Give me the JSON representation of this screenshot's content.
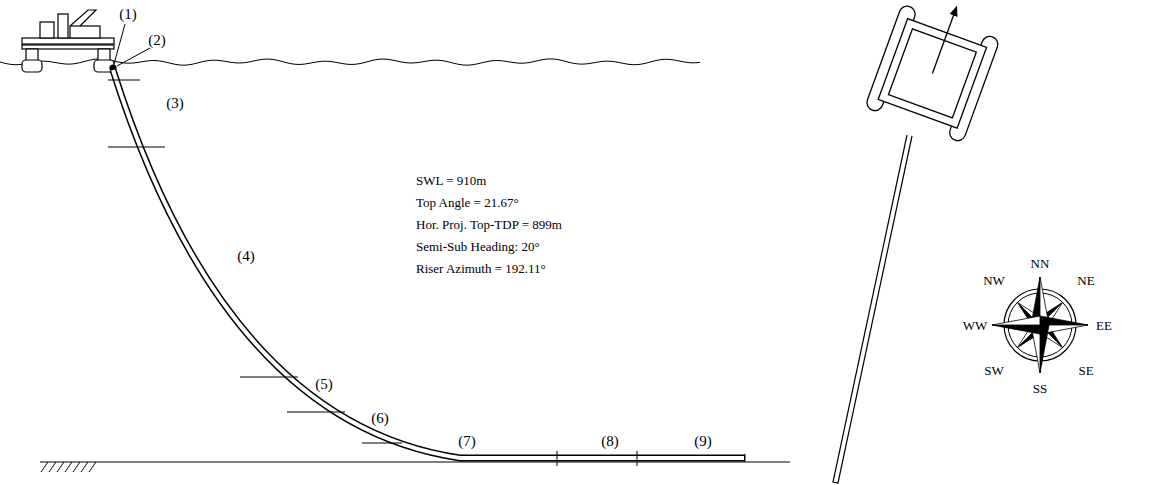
{
  "diagram": {
    "labels": [
      "(1)",
      "(2)",
      "(3)",
      "(4)",
      "(5)",
      "(6)",
      "(7)",
      "(8)",
      "(9)",
      "SWL = 910m",
      "Top Angle = 21.67°",
      "Hor. Proj. Top-TDP = 899m",
      "Semi-Sub Heading: 20°",
      "Riser Azimuth = 192.11°",
      "NN",
      "NE",
      "EE",
      "SE",
      "SS",
      "SW",
      "WW",
      "NW"
    ]
  }
}
